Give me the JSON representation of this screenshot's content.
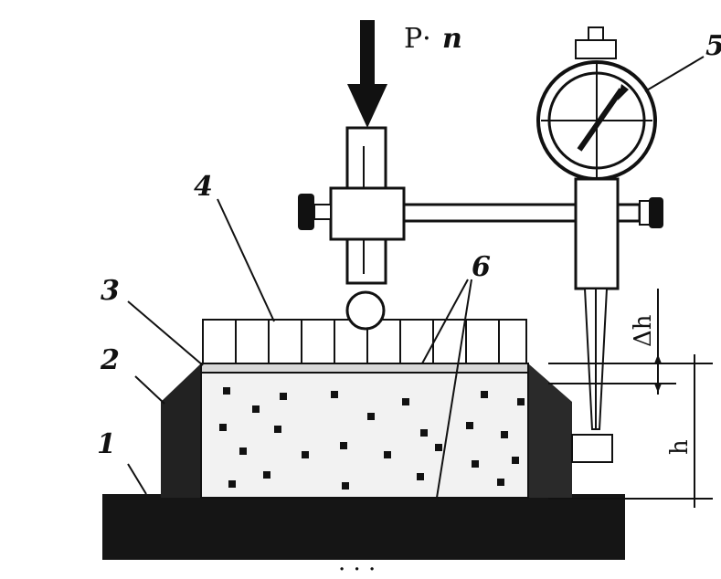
{
  "diagram": {
    "load_label": "P·",
    "load_factor": "n",
    "part_labels": [
      "1",
      "2",
      "3",
      "4",
      "5",
      "6"
    ],
    "dim_delta_h": "Δh",
    "dim_h": "h",
    "bottom_text": "· · ·"
  },
  "colors": {
    "ink": "#111111",
    "base": "#151515",
    "specimen": "#f2f2f2",
    "frame": "#202020"
  }
}
